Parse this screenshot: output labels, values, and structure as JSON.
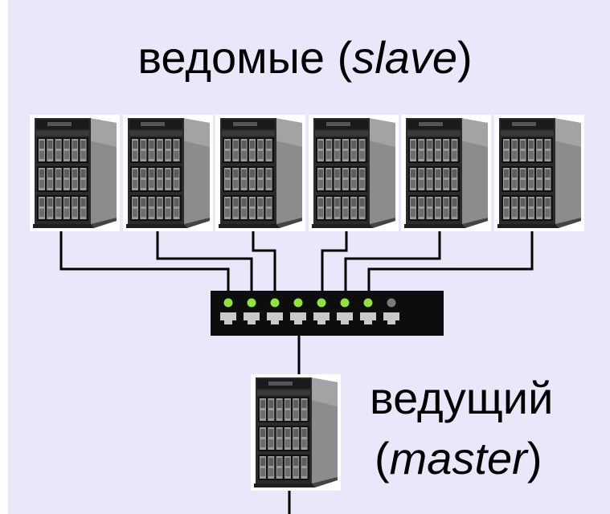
{
  "slaves": {
    "word": "ведомые",
    "open": " (",
    "term": "slave",
    "close": ")"
  },
  "master": {
    "word": "ведущий",
    "open": "(",
    "term": "master",
    "close": ")"
  },
  "slave_server_count": 6,
  "switch_ports": [
    {
      "link": "on"
    },
    {
      "link": "on"
    },
    {
      "link": "on"
    },
    {
      "link": "on"
    },
    {
      "link": "on"
    },
    {
      "link": "on"
    },
    {
      "link": "on"
    },
    {
      "link": "off"
    }
  ],
  "colors": {
    "background": "#e8e8fa",
    "led_on": "#8fe33b",
    "led_off": "#7a7a7a",
    "switch_body": "#0d0d0d",
    "wire": "#000000"
  }
}
